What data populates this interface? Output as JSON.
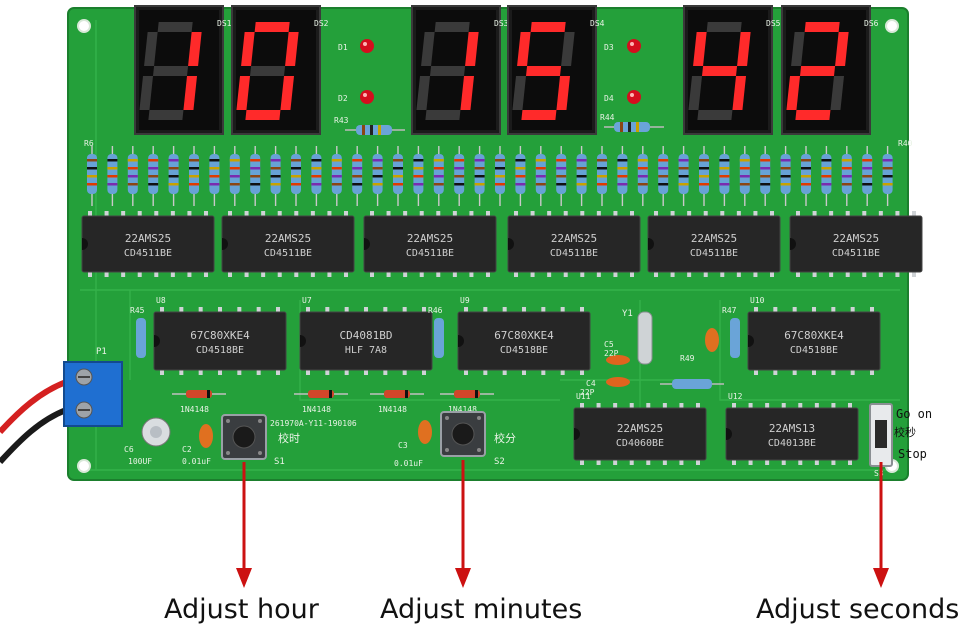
{
  "display": {
    "digits": [
      "1",
      "0",
      "1",
      "5",
      "4",
      "2"
    ],
    "digit_labels": [
      "DS1",
      "DS2",
      "DS3",
      "DS4",
      "DS5",
      "DS6"
    ]
  },
  "leds": [
    "D1",
    "D2",
    "D3",
    "D4"
  ],
  "resistor_labels": {
    "r43": "R43",
    "r44": "R44",
    "r6": "R6",
    "r40": "R40",
    "r45": "R45",
    "r46": "R46",
    "r47": "R47",
    "r49": "R49"
  },
  "ic_row1": [
    {
      "line1": "22AMS25",
      "line2": "CD4511BE"
    },
    {
      "line1": "22AMS25",
      "line2": "CD4511BE"
    },
    {
      "line1": "22AMS25",
      "line2": "CD4511BE"
    },
    {
      "line1": "22AMS25",
      "line2": "CD4511BE"
    },
    {
      "line1": "22AMS25",
      "line2": "CD4511BE"
    },
    {
      "line1": "22AMS25",
      "line2": "CD4511BE"
    }
  ],
  "ic_row2": [
    {
      "ref": "U8",
      "line1": "67C80XKE4",
      "line2": "CD4518BE"
    },
    {
      "ref": "U7",
      "line1": "CD4081BD",
      "line2": "HLF  7A8"
    },
    {
      "ref": "U9",
      "line1": "67C80XKE4",
      "line2": "CD4518BE"
    },
    {
      "ref": "U10",
      "line1": "67C80XKE4",
      "line2": "CD4518BE"
    }
  ],
  "ic_row3": [
    {
      "ref": "U11",
      "line1": "22AMS25",
      "line2": "CD4060BE"
    },
    {
      "ref": "U12",
      "line1": "22AMS13",
      "line2": "CD4013BE"
    }
  ],
  "board": {
    "p1_label": "P1",
    "c6_label": "C6",
    "c6_value": "100UF",
    "c2_label": "C2",
    "c2_value": "0.01uF",
    "c3_label": "C3",
    "c3_value": "0.01uF",
    "diode_part": "1N4148",
    "version": "261970A-Y11-190106",
    "s1": "S1",
    "s2": "S2",
    "s3": "S3",
    "s1_cn": "校时",
    "s2_cn": "校分",
    "s3_cn": "校秒",
    "go_on": "Go on",
    "stop": "Stop",
    "y1": "Y1",
    "c4": "C4",
    "c5": "C5",
    "cap22p": "22P"
  },
  "annotations": {
    "hour": "Adjust hour",
    "minutes": "Adjust minutes",
    "seconds": "Adjust seconds"
  },
  "colors": {
    "pcb": "#24a03a",
    "segment_on": "#ff2a2a",
    "arrow": "#cc1111"
  }
}
